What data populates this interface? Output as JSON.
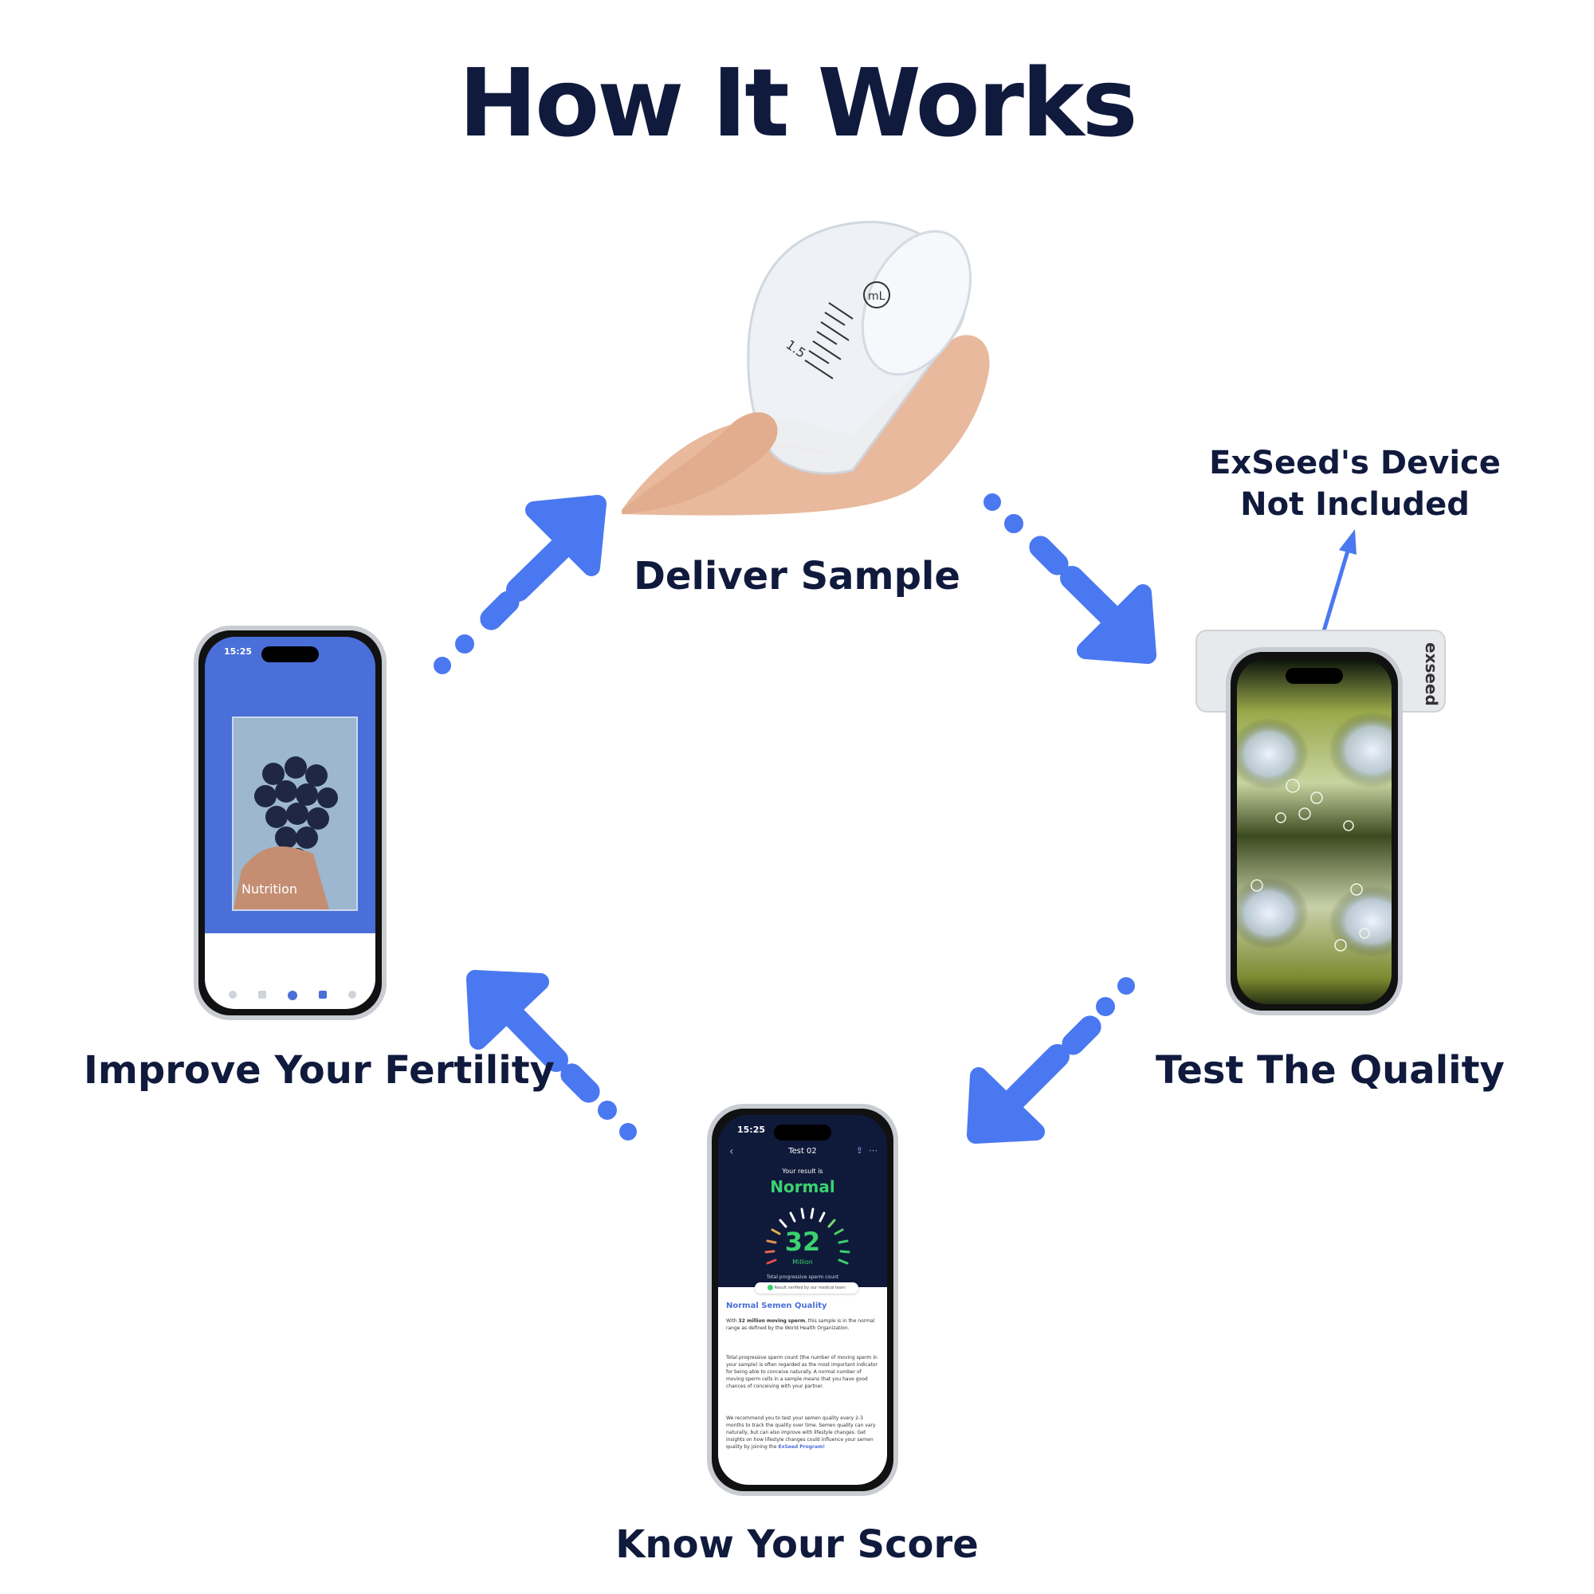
{
  "title": "How It Works",
  "steps": {
    "deliver": "Deliver Sample",
    "test": "Test The Quality",
    "score": "Know Your Score",
    "improve": "Improve Your Fertility"
  },
  "device_note": {
    "line1": "ExSeed's Device",
    "line2": "Not Included"
  },
  "cup": {
    "mark": "1.5",
    "unit": "mL"
  },
  "improve_phone": {
    "time": "15:25",
    "card_label": "Nutrition"
  },
  "test_phone": {
    "brand": "exseed"
  },
  "score_phone": {
    "time": "15:25",
    "header": "Test 02",
    "result_intro": "Your result is",
    "result": "Normal",
    "score": "32",
    "unit": "Million",
    "caption": "Total progressive sperm count",
    "verified": "Result verified by our medical team",
    "section_title": "Normal Semen Quality",
    "para1_pre": "With ",
    "para1_bold": "32 million moving sperm",
    "para1_post": ", this sample is in the normal range as defined by the World Health Organization.",
    "para2": "Total progressive sperm count (the number of moving sperm in your sample) is often regarded as the most important indicator for being able to conceive naturally. A normal number of moving sperm cells in a sample means that you have good chances of conceiving with your partner.",
    "para3": "We recommend you to test your semen quality every 2-3 months to track the quality over time. Semen quality can vary naturally, but can also improve with lifestyle changes. Get insights on how lifestyle changes could influence your semen quality by joining the",
    "para3_link": "ExSeed Program!"
  },
  "colors": {
    "arrow": "#4a78f0",
    "text": "#101a3d",
    "phone_blue": "#4a6fd8",
    "score_bg": "#0f1a3a",
    "normal_green": "#3bd16f"
  }
}
